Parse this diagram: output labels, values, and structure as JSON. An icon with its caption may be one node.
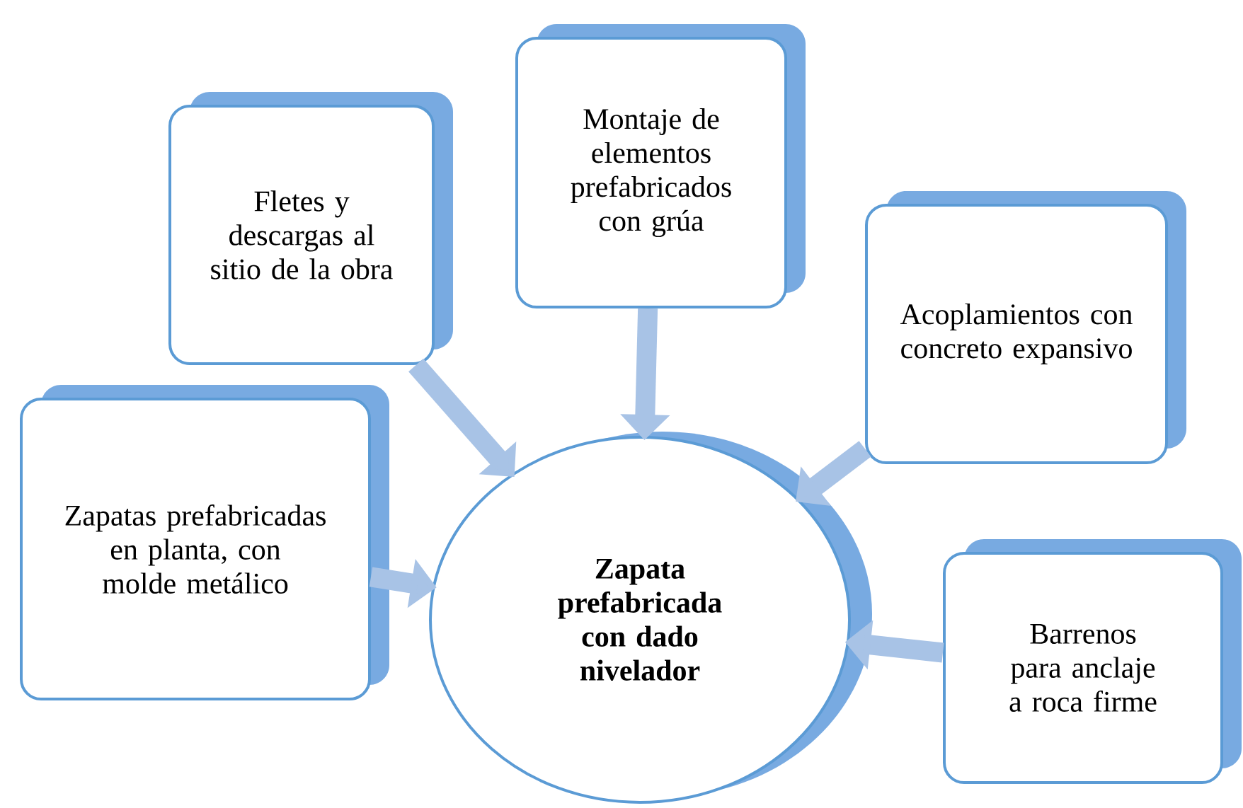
{
  "diagram": {
    "nodes": [
      {
        "text": [
          "Montaje de elementos prefabricados con grúa"
        ]
      },
      {
        "text": [
          "Fletes y descargas al sitio de la obra"
        ]
      },
      {
        "text": [
          "Acoplamientos con concreto expansivo"
        ]
      },
      {
        "text": [
          "Zapatas prefabricadas en planta, con molde metálico"
        ]
      },
      {
        "text": [
          "Zapata prefabricada con dado nivelador"
        ]
      },
      {
        "text": [
          "Barrenos para anclaje a roca firme"
        ]
      }
    ],
    "edges": [
      {
        "from": 0,
        "to": 4,
        "arrow": "to"
      },
      {
        "from": 1,
        "to": 4,
        "arrow": "to"
      },
      {
        "from": 2,
        "to": 4,
        "arrow": "to"
      },
      {
        "from": 3,
        "to": 4,
        "arrow": "to"
      },
      {
        "from": 5,
        "to": 4,
        "arrow": "to"
      }
    ]
  }
}
